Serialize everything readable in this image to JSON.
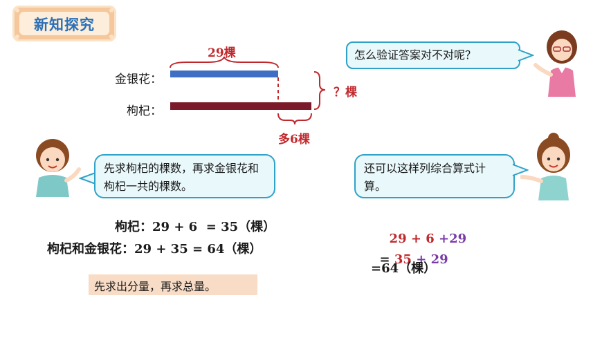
{
  "header": {
    "title": "新知探究"
  },
  "diagram": {
    "top_count": "29棵",
    "label_jinyinhua": "金银花：",
    "label_gouqi": "枸杞：",
    "question": "？棵",
    "more": "多6棵",
    "colors": {
      "jinyinhua_bar": "#3f6fc4",
      "gouqi_bar": "#7a1a2a",
      "annotation": "#c0282c"
    }
  },
  "bubbles": {
    "teacher": "怎么验证答案对不对呢？",
    "boy": "先求枸杞的棵数，再求金银花和枸杞一共的棵数。",
    "girl": "还可以这样列综合算式计算。"
  },
  "calc_left": {
    "line1_label": "枸杞：",
    "line1_expr": "29 + 6  = 35（棵）",
    "line2_label": "枸杞和金银花：",
    "line2_expr": "29 + 35 = 64（棵）"
  },
  "calc_right": {
    "line1_a": "29 + 6 ",
    "line1_b": "+29",
    "line2_eq": "= ",
    "line2_a": "35",
    "line2_b": " + 29",
    "line3": "=64（棵）"
  },
  "note": "先求出分量，再求总量。"
}
